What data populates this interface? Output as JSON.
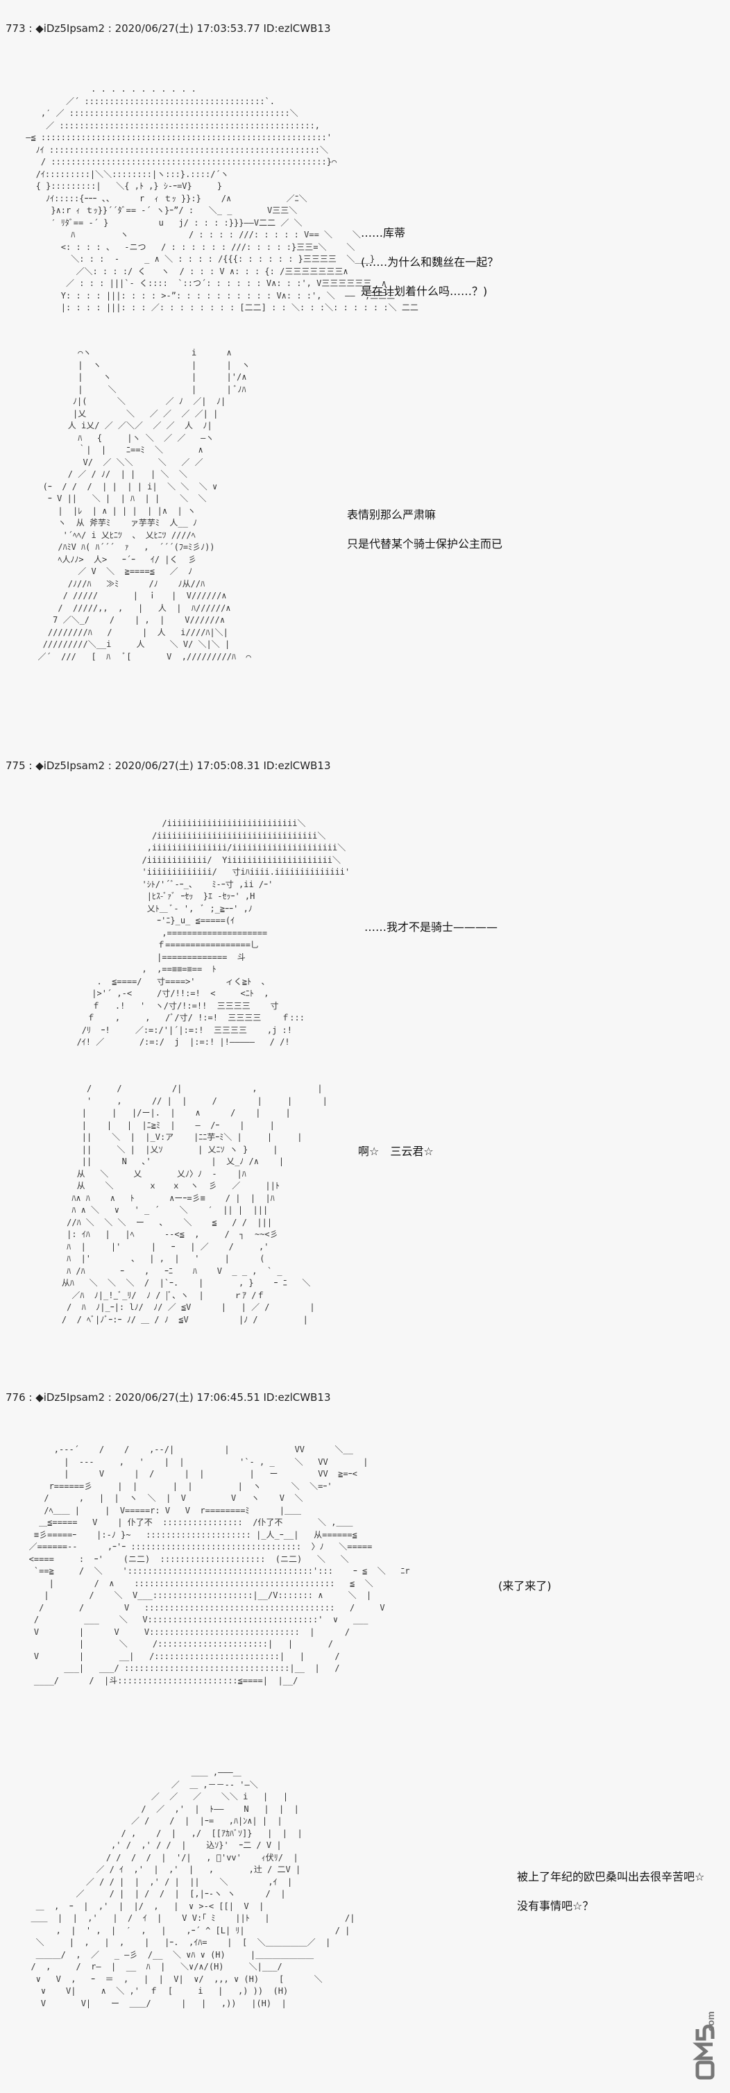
{
  "posts": [
    {
      "header": "773 : ◆iDz5Ipsam2 : 2020/06/27(土) 17:03:53.77 ID:ezlCWB13",
      "panels": [
        {
          "art": [
            "              . . . . . . . . . . .",
            "         ／´ ::::::::::::::::::::::::::::::::::::`.",
            "    ,′ ／ ::::::::::::::::::::::::::::::::::::::::::::＼",
            "     ／ :::::::::::::::::::::::::::::::::::::::::::::::::::,",
            " ―≦ :::::::::::::::::::::::::::::::::::::::::::::::::::::::::'",
            "   ﾉｲ ::::::::::::::::::::::::::::::::::::::::::::::::::::::＼",
            "    / :::::::::::::::::::::::::::::::::::::::::::::::::::::::}⌒",
            "   /ｲ:::::::::|＼＼::::::::|ヽ:::}.::::/´ヽ",
            "   { }:::::::::|   ＼{ ,ﾄ ,} ｼ-ｰ=V}     }",
            "     ﾉｲ:::::{ｰｰｰ 、、     r  ｨ ｔｯ }}:}    /∧           ／ﾆ＼",
            "      }∧:r ｨ ｔｯ}}´´ﾀﾞ== -´ ヽ}ｰ”/ :   ＼_ _       V三三＼",
            "      ′ ﾘﾀﾞ== -´ }          u   j/ : : : :}}}――V二二 ／ ＼",
            "          ﾊ         ヽ            / : : : : ///: : : : : V== ＼    ＼",
            "        <: : : : 、  -ニつ   / : : : : : : ///: : : : :}三三=＼    ＼",
            "          ＼: : :  -     _ ∧ ＼ : : : : /{{{: : : : : : }三三三三  ＼___}",
            "           ／＼: : : :/ く   ヽ  / : : : V ∧: : : {: /三三三三三三三∧",
            "         ／ : : : |||`- く::::  `::つ´: : : : : : V∧: : :', V三三三三三三  ∧",
            "        Y: : : : |||: : : : >-”: : : : : : : : : : V∧: : :', ＼  ――  ,三三三",
            "        |: : : : |||: : : ／: : : : : : : : [二二] : : ＼: : :＼: : : : : :＼ 二二"
          ],
          "dialogue": [
            "……库蒂",
            "(……为什么和魏丝在一起？",
            "是在计划着什么吗……？)"
          ]
        },
        {
          "art": [
            "          ⌒ヽ                    i      ∧",
            "          |  ヽ                  |      |  ヽ",
            "          |    ヽ                |      |'/∧",
            "          |     ＼               |      | ﾞﾉﾊ",
            "         ﾉ|(      ＼        ／ ﾉ  ／|  ﾉ|",
            "         |乂        ＼   ／ ／  ／ ／| |",
            "        人 i乂/ ／ ／＼／  ／ ／  人  ﾉ|",
            "          ﾊ   {     |ヽ ＼  ／ ／   ―ヽ",
            "          ｀|  |    ﾆ==ﾐ  ＼       ∧",
            "           V/  ／ ＼＼     ＼   ／ ／",
            "        / ／ / ﾉ/  | |   | ＼  ＼",
            "   (ｰ  / /  /  | |  | | i|  ＼ ＼  ＼ ∨",
            "    ｰ V ||   ＼ |  | ﾊ  | |    ＼  ＼",
            "      |  |ﾚ  | ∧ | | |  | |∧  | ヽ",
            "      ヽ  从 斧芋ﾐ    ァ芋芋ﾐ  人__ ﾉ",
            "       '´ﾍﾍ/ i 乂ﾋﾆﾂ  、 乂ﾋﾆﾂ ////ﾍ",
            "      /ﾊﾐV ﾊ( ﾊ´´´  ｧ   ,  ´´´(ﾌ=ﾐ彡ﾉ))",
            "      ﾍ人ﾉﾉ>  人>   ｰ´ｰ   ｲ/ |く  彡",
            "          ／ V  ＼  ≧====≦   ／  ﾉ",
            "        /ﾉ//ﾊ   ≫ﾐ      /ﾉ    ﾉ从//ﾊ",
            "       / /////       |  ｉ   |  V//////∧",
            "      /  /////,,  ,   |   人  |  ﾊ//////∧",
            "     7 ／＼_/    /    | ,  |    V//////∧",
            "    ////////ﾊ   /      |  人   i////ﾊ|＼|",
            "   /////////＼__i     人     ＼ V/ ＼|＼ |",
            "  ／´  ///   [  ﾊ   ﾞ[       V  ,/////////ﾊ  ⌒"
          ],
          "dialogue": [
            "表情别那么严肃嘛",
            "只是代替某个骑士保护公主而已"
          ]
        }
      ]
    },
    {
      "header": "775 : ◆iDz5Ipsam2 : 2020/06/27(土) 17:05:08.31 ID:ezlCWB13",
      "panels": [
        {
          "art": [
            "                        /iiiiiiiiiiiiiiiiiiiiiiiiii＼",
            "                      /iiiiiiiiiiiiiiiiiiiiiiiiiiiiiiii＼",
            "                     ,iiiiiiiiiiiiiii/iiiiiiiiiiiiiiiiiiiii＼",
            "                    /iiiiiiiiiiii/  Yiiiiiiiiiiiiiiiiiiiii＼",
            "                    'iiiiiiiiiiiii/   寸iﾊiiii.iiiiiiiiiiiiii'",
            "                    'ｼﾄ/'´ﾞ‐ｰ_、   ﾐ‐ｰ寸 ,ii /ｰ'",
            "                     |ﾋｽ-ﾞｧﾞ ｰｾｯ  }ｴ -ｾｯｰ' ,H",
            "                     乂ﾄ＿ ﾞ‐ ',  ﾞ ;_≧ｰｰ' ,ﾉ",
            "                       ｰ'ﾆ}_u_ ≦=====(ｲ",
            "                        ,====================",
            "                       ｆ=================乚",
            "                       |=============  斗",
            "                    ,  ,==≡≡=≡==  ﾄ",
            "           .  ≦====/   寸====>'      ィく≧ﾄ  、",
            "          |>'´ ,-<     /寸/!!:=!  <     <ﾆﾄ  ,",
            "          ｆ   .!   '  ヽ/寸/!:=!!  三三三三    寸",
            "         ｆ    ,     ,   /ﾞ/寸/ !:=!  三三三三    ｆ:::",
            "        /ﾘ  ｰ!     ／:=:/'|´|:=:!  三三三三    ,j :!",
            "       /ｲ! ／       /:=:/  j  |:=:! |!―――――   / /!"
          ],
          "dialogue": [
            "……我才不是骑士————"
          ]
        },
        {
          "art": [
            "         /     /          /|              ,            |",
            "         '     ,      // |  |     /        |     |      |",
            "        |     |   |/ー|.  |    ∧      /    |     |",
            "        |    |   |  |ﾆ≧ﾐ  |    ―  /ｰ    |     |",
            "        ||    ＼  |  |_V:ア    |ﾆﾆ芋ｰﾐ＼ |     |     |",
            "        ||     ＼ |  |乂ｿ       | 乂ﾆｿ ヽ }     |",
            "        ||      N   ､'            |  乂_ﾉ /∧    |",
            "       从   ＼     乂       乂ﾉ〉ﾉ  ‐    |ﾊ",
            "       从    ＼       ｘ   ｘ  ヽ  彡   ／     ||ﾄ",
            "      ﾊ∧ ﾊ    ∧   ﾄ       ∧ーｰ=彡≡    / |  |  |ﾊ",
            "      ﾊ ∧ ＼   ∨   ' _ ´    ＼    ′  || |  |||",
            "     //ﾊ ＼  ＼ ＼  ー   ､    ＼    ≦   / /  |||",
            "     |: ｲﾊ   |   |ﾍ      ‐-<≦  ,     /  ┐  ~~<彡",
            "     ﾊ  |     |'      |   ｰ   | ／    /     ,'",
            "     ﾊ  |'        、  | ,  |   '     |      (",
            "     ﾊ /ﾊ       ｰ    ,   ｰﾆ    ﾊ    V  _ _ ,  ` _",
            "    从ﾊ   ＼  ＼  ＼  /  |`ｰ.    |       , }    ｰ ﾆ   ＼",
            "      ／ﾊ  ﾉ|_!_ﾞ_ﾘ/  ﾉ / |ﾞ、ヽ  |      ｒｱ /ｆ",
            "     /  ﾊ  ﾉ|_ｰ|: lﾉ/  ﾉ/ ／ ≦V      |   | ／ /        |",
            "    /  / ﾍﾞ|ﾉﾞｰ:ｰ ﾉ/ ＿ / ﾉ  ≦V          |ﾉ /         |"
          ],
          "dialogue": [
            "啊☆　三云君☆"
          ]
        }
      ]
    },
    {
      "header": "776 : ◆iDz5Ipsam2 : 2020/06/27(土) 17:06:45.51 ID:ezlCWB13",
      "panels": [
        {
          "art": [
            "        ,---´    /    /    ,--/|          |             VV      ＼__",
            "          |  ---     ,   '    |  |           '`‐ , _    ＼   VV       |",
            "          |      V      |  /      |  |         |   ー        VV  ≧=ｰ<",
            "       r======彡     |  |       |  |         |  ヽ      ＼  ＼=ｰ'",
            "      /      ,   |  |  ヽ  ＼  |  V         V   ヽ    V  ＼",
            "      /ﾍ＿＿ |     |  V=====r: V   V  r========ﾐ      |＿＿",
            "     ＿≦=====   V    | 仆了不  ::::::::::::::::  /仆了不       ＼ ,＿＿",
            "    ≡彡=====ｰ    |:-ﾉ }~   ::::::::::::::::::::: |_人_ｰ__|   从======≦",
            "   ／======--      ,ｰ'ｰ ::::::::::::::::::::::::::::::::::  〉ﾉ   ＼=====",
            "   <====     :  ｰ'    (ニ二)  :::::::::::::::::::::  (ニ二)   ＼   ＼",
            "    `==≧     /  ＼    ':::::::::::::::::::::::::::::::::::::':::    ｰ ≦  ＼   ﾆr",
            "       |        /  ∧    ::::::::::::::::::::::::::::::::::::::::   ≦  ＼",
            "      |        /    ＼  V___::::::::::::::::::::|__/V::::::: ∧     ＼  |",
            "     /       /        V   ::::::::::::::::::::::::::::::::::::::   /     V",
            "    /         ___    ＼   V::::::::::::::::::::::::::::::::::'  ∨   ___",
            "    V        |      V     V::::::::::::::::::::::::::::::  |      /",
            "             |       ＼     /::::::::::::::::::::::|   |       /",
            "    V        |       __|   /:::::::::::::::::::::::::|   |      /",
            "          ___|   ___/ :::::::::::::::::::::::::::::::::|__  |   /",
            "    ____/      /  |斗::::::::::::::::::::::::≦====|  |__/"
          ],
          "dialogue": [
            "(来了来了)"
          ]
        },
        {
          "art": [
            "                                  ＿＿ ,―――＿",
            "                              ／  ＿ ,－－-‐ '―＼",
            "                          ／  ／   ／    ＼＼ i   |   |",
            "                        /  ／  ,'  |  ﾄ――    N   |  |  |",
            "                      ／ /    /  |  |ｰ=   ,ﾊ|ﾝ∧| |  |",
            "                    / ,    /  |   ,/  [[ｱｶﾊﾞｿ]}   |  |  |",
            "                  ,' /  ,' / /  |    込ｿ}'  ｰ二 / V |",
            "                 / /  /  /  |  '/|   , ﾞ'vv'    ｨ伏ﾘ/  |",
            "               ／ / ｲ  ,'  |  ,'  |   ,       ,辻 / 二V |",
            "             ／ / / |  |  ,' / |  ||    ＼        ,ｲ  |",
            "           ／     / |  | /  /  |  [,|ｰ‐ヽ ヽ      /  |",
            "   ＿  ,  ｰ  |  ,'  |  |/  ,   |  ∨ >-< [[|  V  |",
            "  ＿＿  |  |  ,'   |  /  ｲ  |    V V:｢ ﾐ    ||ﾄ   |               /|",
            "       ,  |  ' ,  |  ′  ,   |    ,ｰ´ ^ [L| ﾘ|                  / |",
            "   ＼     |  ,   |  ,    |   |ｰ.  ,ｲﾊ=    |  [  ＼＿＿＿＿＿／  |",
            "   ＿＿＿/  ,  ／   _ ―彡  /__  ＼ ∨ﾊ ∨ (H)     |＿＿＿＿＿＿＿",
            "  /  ,     /  r―  |  __  ﾊ  |   ＼∨/∧/(H)     ＼|___/",
            "   ∨   V  ,   ｰ  ＝  ,   |  |  V|  ∨/  ,,, ∨ (H)    [      ＼",
            "    ∨    V|     ∧  ＼ ,'  ｆ  [     i   |   ,) ))  (H)",
            "    V       V|    ー  ＿＿/      |   |   ,))   |(H)  |"
          ],
          "dialogue": [
            "被上了年纪的欧巴桑叫出去很辛苦吧☆",
            "没有事情吧☆？"
          ]
        }
      ]
    }
  ],
  "watermark": "DM5.com"
}
